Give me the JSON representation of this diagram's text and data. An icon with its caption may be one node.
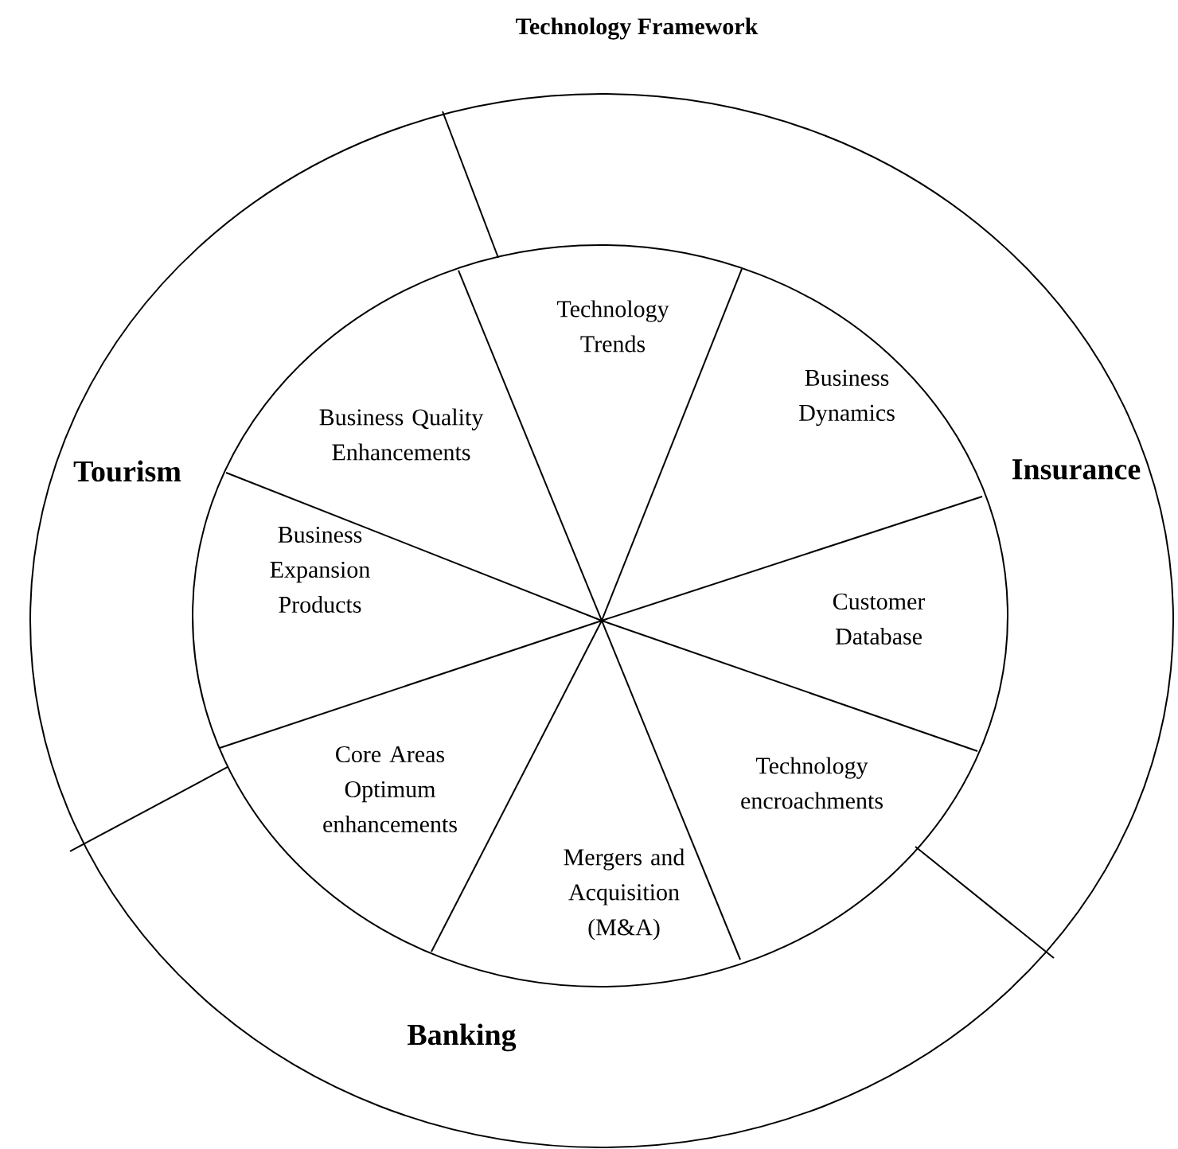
{
  "diagram": {
    "title": "Technology Framework",
    "nodes": [
      {
        "text": [
          "Tourism"
        ]
      },
      {
        "text": [
          "Insurance"
        ]
      },
      {
        "text": [
          "Banking"
        ]
      },
      {
        "text": [
          "Technology Trends"
        ]
      },
      {
        "text": [
          "Business Dynamics"
        ]
      },
      {
        "text": [
          "Customer Database"
        ]
      },
      {
        "text": [
          "Technology encroachments"
        ]
      },
      {
        "text": [
          "Mergers and Acquisition (M&A)"
        ]
      },
      {
        "text": [
          "Core Areas Optimum enhancements"
        ]
      },
      {
        "text": [
          "Business Expansion Products"
        ]
      },
      {
        "text": [
          "Business Quality Enhancements"
        ]
      }
    ]
  }
}
